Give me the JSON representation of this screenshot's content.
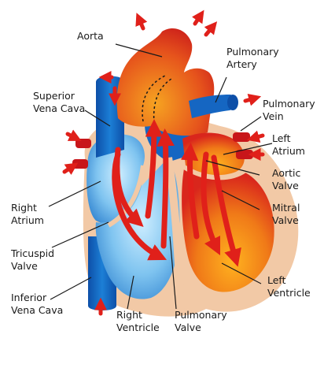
{
  "labels": {
    "aorta": [
      "Aorta"
    ],
    "pulmonary_artery": [
      "Pulmonary",
      "Artery"
    ],
    "superior_vena_cava": [
      "Superior",
      "Vena Cava"
    ],
    "pulmonary_vein": [
      "Pulmonary",
      "Vein"
    ],
    "left_atrium": [
      "Left",
      "Atrium"
    ],
    "aortic_valve": [
      "Aortic",
      "Valve"
    ],
    "right_atrium": [
      "Right",
      "Atrium"
    ],
    "mitral_valve": [
      "Mitral",
      "Valve"
    ],
    "tricuspid_valve": [
      "Tricuspid",
      "Valve"
    ],
    "left_ventricle": [
      "Left",
      "Ventricle"
    ],
    "inferior_vena_cava": [
      "Inferior",
      "Vena Cava"
    ],
    "right_ventricle": [
      "Right",
      "Ventricle"
    ],
    "pulmonary_valve": [
      "Pulmonary",
      "Valve"
    ]
  },
  "colors": {
    "oxygenated_red": "#d9261c",
    "oxygenated_orange": "#f08a1c",
    "deoxygenated_blue": "#1466c0",
    "light_blue": "#7fc4f0",
    "wall": "#f2c9a6",
    "arrow": "#e0201a",
    "leader_line": "#1a1a1a"
  }
}
